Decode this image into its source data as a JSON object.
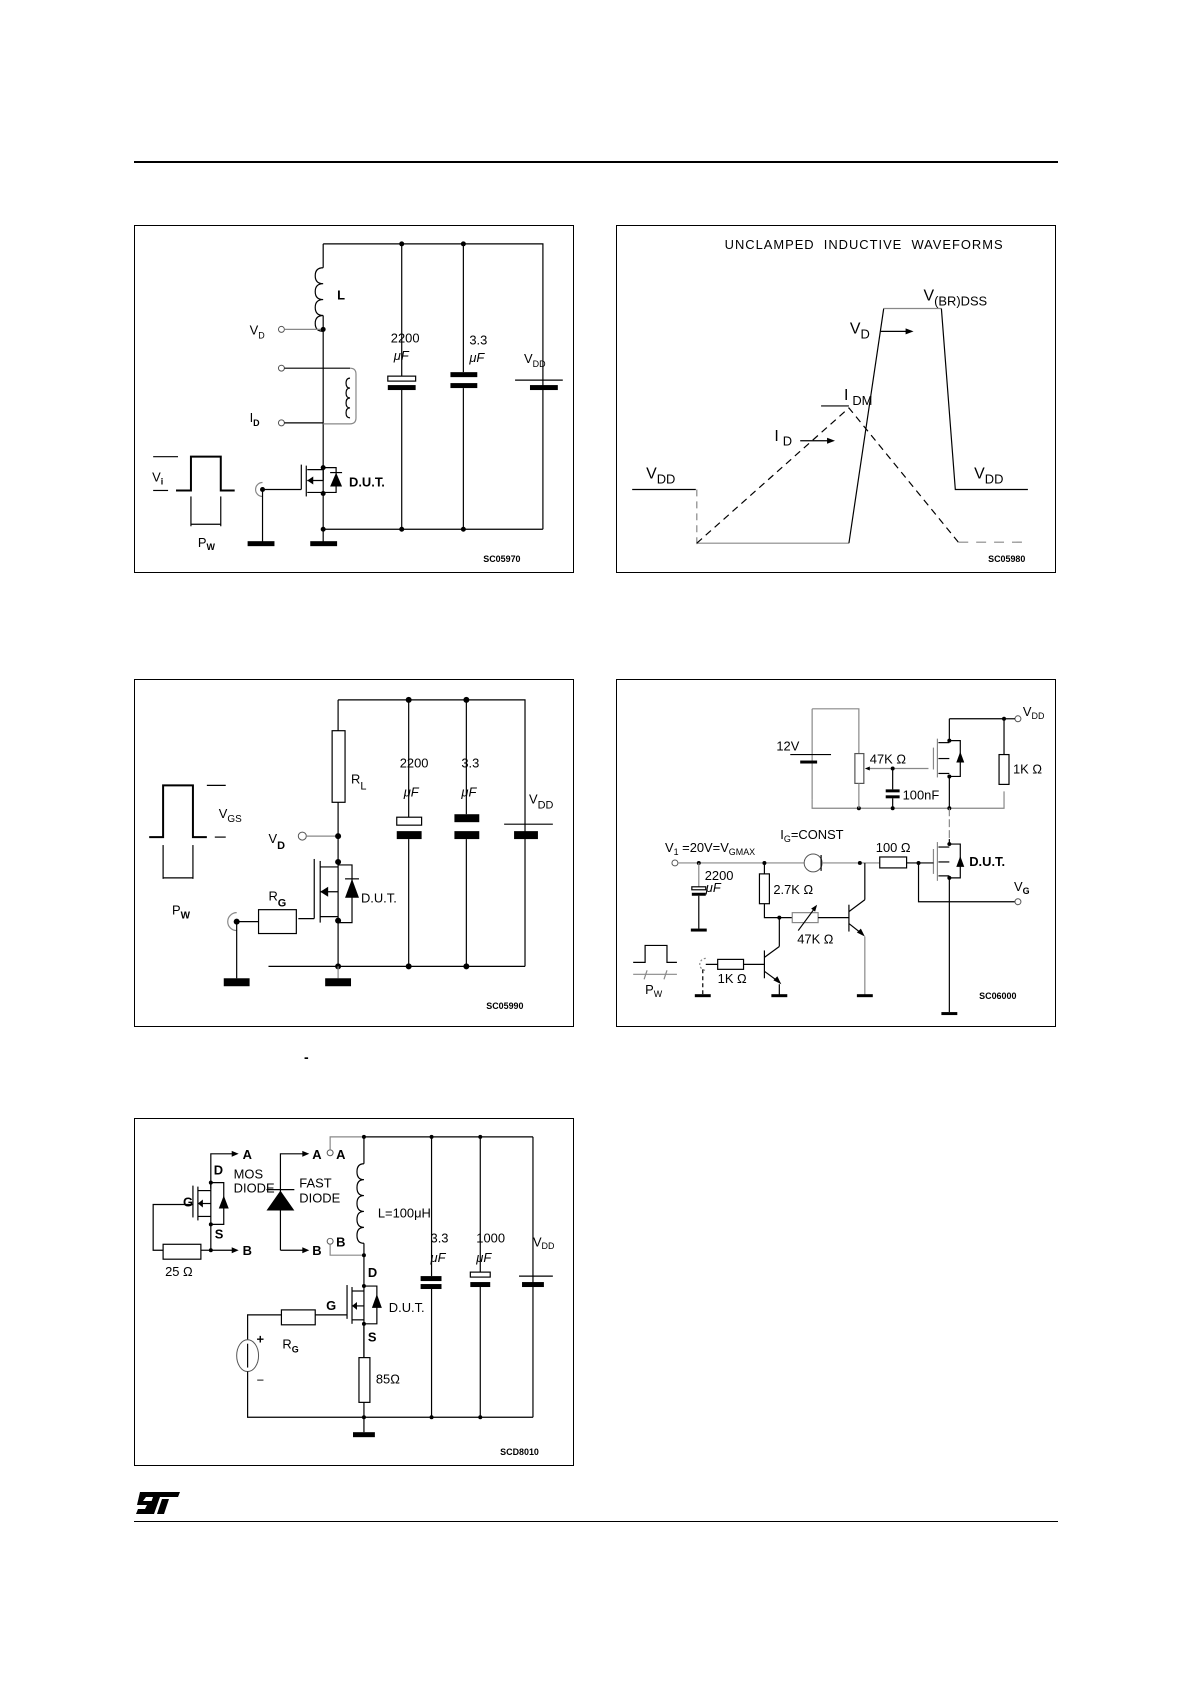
{
  "page": {
    "header_rule": true,
    "footer_logo": "ST"
  },
  "fig1": {
    "code": "SC05970",
    "labels": {
      "L": "L",
      "VD": "V",
      "VD_sub": "D",
      "ID": "I",
      "ID_sub": "D",
      "c1_val": "2200",
      "c1_unit": "μF",
      "c2_val": "3.3",
      "c2_unit": "μF",
      "VDD": "V",
      "VDD_sub": "DD",
      "Vi": "V",
      "Vi_sub": "i",
      "PW": "P",
      "PW_sub": "W",
      "dut": "D.U.T."
    }
  },
  "fig2": {
    "title": "UNCLAMPED  INDUCTIVE  WAVEFORMS",
    "code": "SC05980",
    "labels": {
      "vbr": "V",
      "vbr_sub": "(BR)DSS",
      "vd": "V",
      "vd_sub": "D",
      "idm": "I",
      "idm_sub": "DM",
      "id": "I",
      "id_sub": "D",
      "vdd_left": "V",
      "vdd_left_sub": "DD",
      "vdd_right": "V",
      "vdd_right_sub": "DD"
    }
  },
  "fig3": {
    "code": "SC05990",
    "labels": {
      "RL": "R",
      "RL_sub": "L",
      "c1_val": "2200",
      "c1_unit": "μF",
      "c2_val": "3.3",
      "c2_unit": "μF",
      "VDD": "V",
      "VDD_sub": "DD",
      "VD": "V",
      "VD_sub": "D",
      "VGS": "V",
      "VGS_sub": "GS",
      "RG": "R",
      "RG_sub": "G",
      "dut": "D.U.T.",
      "PW": "P",
      "PW_sub": "W"
    }
  },
  "fig4": {
    "code": "SC06000",
    "labels": {
      "VDD": "V",
      "VDD_sub": "DD",
      "v12": "12V",
      "pot": "47K Ω",
      "cap": "100nF",
      "r1k_top": "1K Ω",
      "v1": "V",
      "v1_sub": "1",
      "v1_rest": " =20V=V",
      "v1_sub2": "GMAX",
      "ig": "I",
      "ig_sub": "G",
      "ig_rest": "=CONST",
      "r100": "100 Ω",
      "dut": "D.U.T.",
      "VG": "V",
      "VG_sub": "G",
      "c2200_val": "2200",
      "c2200_unit": "μF",
      "r27": "2.7K Ω",
      "var47": "47K Ω",
      "r1k": "1K Ω",
      "PW": "P",
      "PW_sub": "W"
    }
  },
  "fig5": {
    "code": "SCD8010",
    "labels": {
      "A": "A",
      "B": "B",
      "D": "D",
      "S": "S",
      "G": "G",
      "mos": "MOS",
      "diode": "DIODE",
      "fast": "FAST",
      "fast_diode": "DIODE",
      "r25": "25 Ω",
      "L": "L=100μH",
      "c1_val": "3.3",
      "c1_unit": "μF",
      "c2_val": "1000",
      "c2_unit": "μF",
      "VDD": "V",
      "VDD_sub": "DD",
      "dut": "D.U.T.",
      "RG": "R",
      "RG_sub": "G",
      "r85": "85Ω",
      "plus": "+",
      "minus": "−"
    }
  },
  "stray_mark": "-"
}
